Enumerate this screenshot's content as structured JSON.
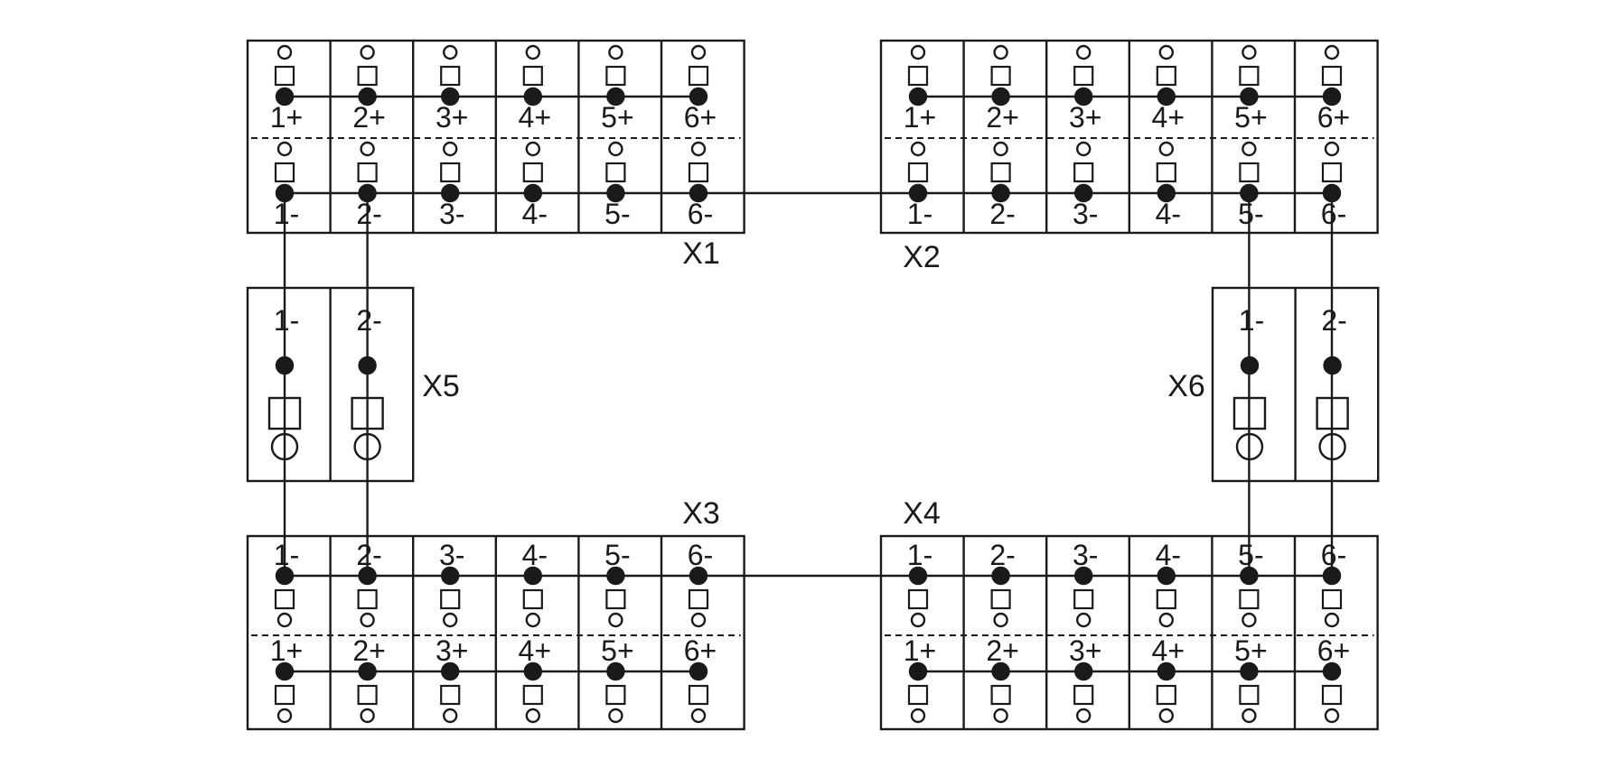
{
  "colors": {
    "ink": "#1a1a1a",
    "background": "#ffffff"
  },
  "icons": {
    "terminal": "square-contact",
    "screw": "circle-opening",
    "junction": "filled-dot"
  },
  "blocks": [
    {
      "id": "X1",
      "label": "X1",
      "top_row": [
        "1+",
        "2+",
        "3+",
        "4+",
        "5+",
        "6+"
      ],
      "bottom_row": [
        "1-",
        "2-",
        "3-",
        "4-",
        "5-",
        "6-"
      ]
    },
    {
      "id": "X2",
      "label": "X2",
      "top_row": [
        "1+",
        "2+",
        "3+",
        "4+",
        "5+",
        "6+"
      ],
      "bottom_row": [
        "1-",
        "2-",
        "3-",
        "4-",
        "5-",
        "6-"
      ]
    },
    {
      "id": "X3",
      "label": "X3",
      "top_row": [
        "1-",
        "2-",
        "3-",
        "4-",
        "5-",
        "6-"
      ],
      "bottom_row": [
        "1+",
        "2+",
        "3+",
        "4+",
        "5+",
        "6+"
      ]
    },
    {
      "id": "X4",
      "label": "X4",
      "top_row": [
        "1-",
        "2-",
        "3-",
        "4-",
        "5-",
        "6-"
      ],
      "bottom_row": [
        "1+",
        "2+",
        "3+",
        "4+",
        "5+",
        "6+"
      ]
    },
    {
      "id": "X5",
      "label": "X5",
      "cells": [
        "1-",
        "2-"
      ]
    },
    {
      "id": "X6",
      "label": "X6",
      "cells": [
        "1-",
        "2-"
      ]
    }
  ]
}
